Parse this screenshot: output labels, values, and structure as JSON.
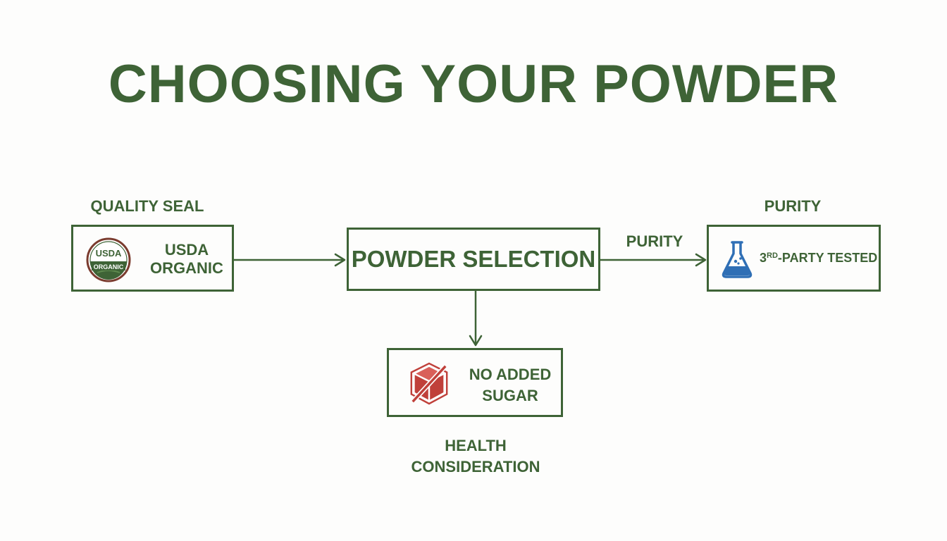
{
  "title": "CHOOSING YOUR POWDER",
  "nodes": {
    "center": {
      "label": "POWDER SELECTION"
    },
    "left": {
      "caption": "QUALITY SEAL",
      "seal_top": "USDA",
      "seal_band": "ORGANIC",
      "label_line1": "USDA",
      "label_line2": "ORGANIC"
    },
    "right": {
      "caption": "PURITY",
      "label_prefix": "3",
      "label_super": "RD",
      "label_suffix": "-PARTY TESTED"
    },
    "bottom": {
      "caption_line1": "HEALTH",
      "caption_line2": "CONSIDERATION",
      "label_line1": "NO ADDED",
      "label_line2": "SUGAR"
    }
  },
  "edges": {
    "center_to_right_label": "PURITY"
  },
  "icons": {
    "seal": "usda-organic-seal-icon",
    "flask": "flask-icon",
    "no_sugar": "no-sugar-cube-icon"
  },
  "colors": {
    "primary": "#3e6336",
    "flask": "#2f6fb5",
    "no_sugar": "#c0403a"
  }
}
